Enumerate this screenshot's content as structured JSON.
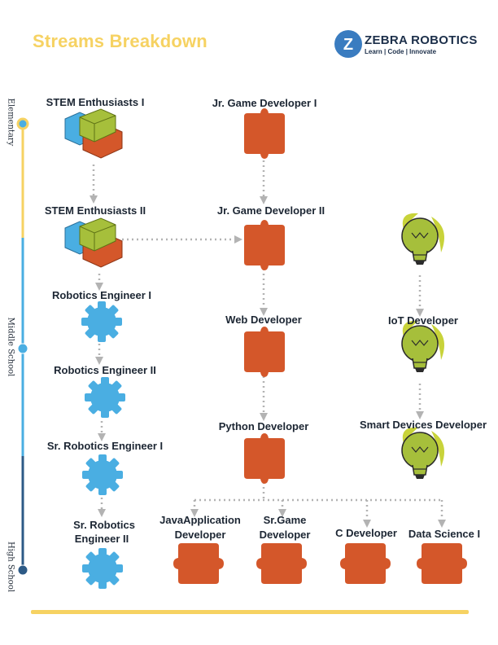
{
  "title": "Streams Breakdown",
  "brand": {
    "name": "ZEBRA ROBOTICS",
    "tagline": "Learn | Code | Innovate",
    "logo_letter": "Z"
  },
  "levels": {
    "elementary": "Elementary",
    "middle": "Middle School",
    "high": "High School"
  },
  "colors": {
    "yellow": "#f6d262",
    "blue": "#4aaee2",
    "navy": "#2d5a86",
    "orange": "#d4572a",
    "green": "#a6bf3b",
    "dots": "#b3b3b3"
  },
  "nodes": {
    "stem1": "STEM Enthusiasts I",
    "stem2": "STEM Enthusiasts II",
    "robo1": "Robotics Engineer I",
    "robo2": "Robotics Engineer II",
    "srrobo1": "Sr. Robotics Engineer I",
    "srrobo2_l1": "Sr. Robotics",
    "srrobo2_l2": "Engineer II",
    "jrgame1": "Jr. Game Developer I",
    "jrgame2": "Jr. Game Developer II",
    "webdev": "Web Developer",
    "python": "Python Developer",
    "java_l1": "JavaApplication",
    "java_l2": "Developer",
    "srgame_l1": "Sr.Game",
    "srgame_l2": "Developer",
    "cdev": "C Developer",
    "datasci": "Data Science I",
    "iot": "IoT Developer",
    "smart": "Smart Devices Developer"
  }
}
